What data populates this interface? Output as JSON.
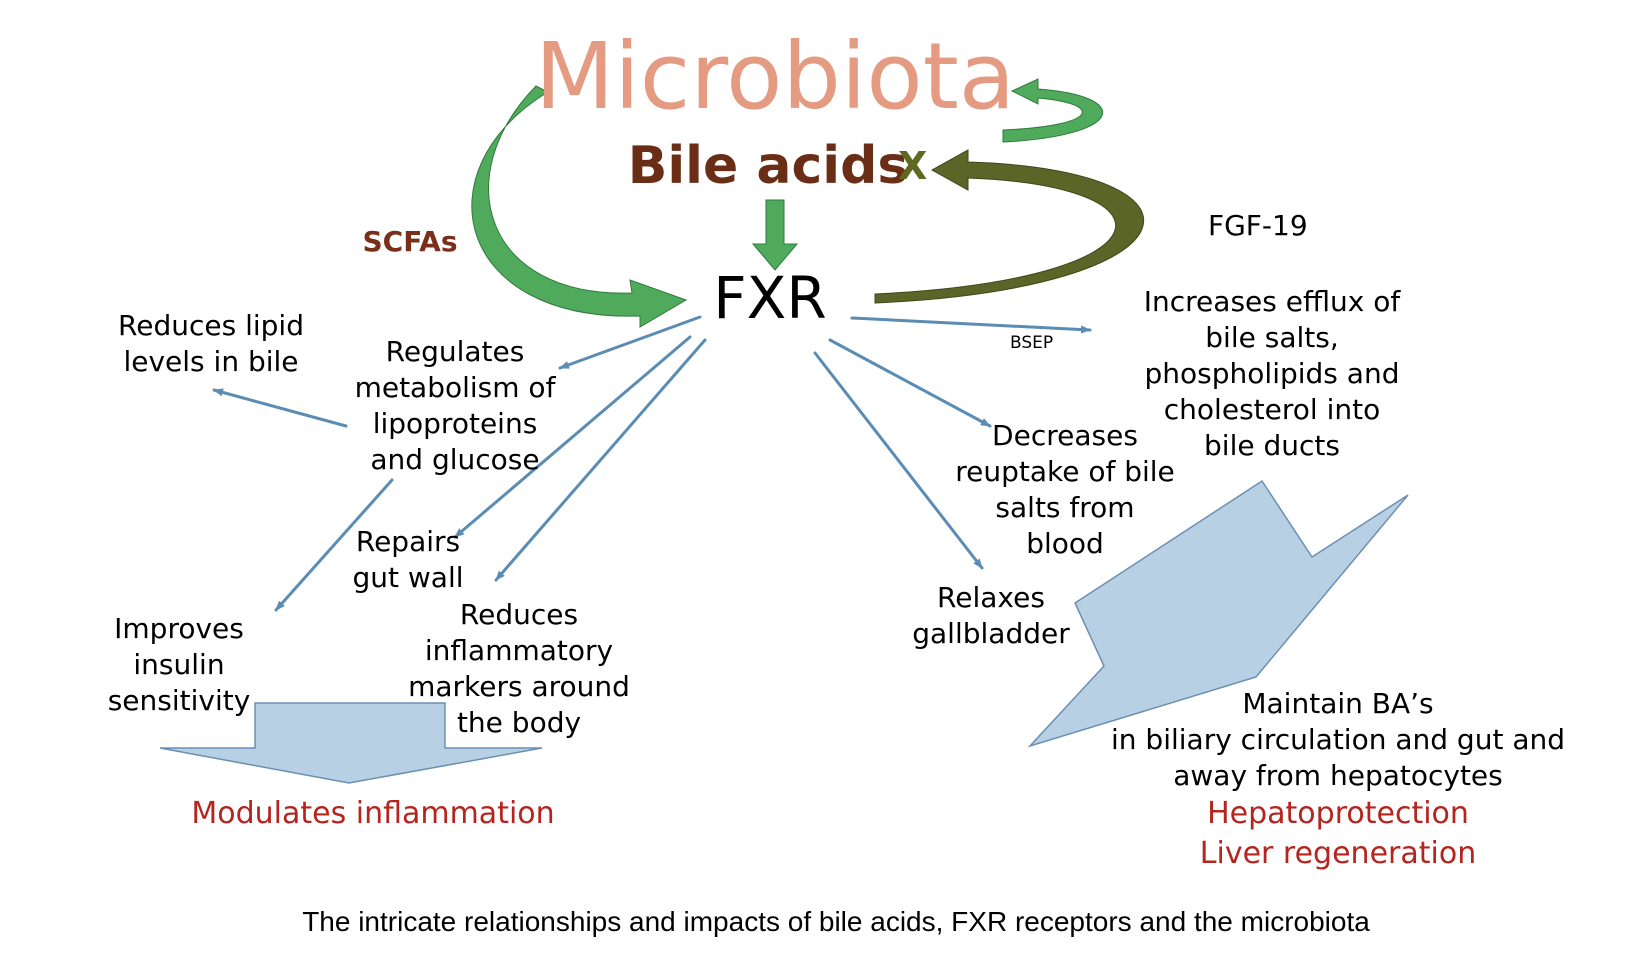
{
  "colors": {
    "microbiota": "#e49b82",
    "bile_acids": "#6a2e17",
    "scfas": "#7a2f1a",
    "x_mark": "#5d6a22",
    "outcome_red": "#b3251e",
    "green_arrow": "#4faa5c",
    "olive_arrow": "#5b6528",
    "blue_arrow": "#5a8cb4",
    "block_arrow": "#b8d0e4"
  },
  "header": {
    "microbiota": "Microbiota",
    "bile_acids": "Bile acids",
    "x_mark": "X"
  },
  "nodes": {
    "fxr": "FXR",
    "scfas": "SCFAs",
    "fgf19": "FGF-19",
    "bsep": "BSEP"
  },
  "effects": {
    "reduces_lipid": [
      "Reduces lipid",
      "levels in bile"
    ],
    "regulates_metabolism": [
      "Regulates",
      "metabolism of",
      "lipoproteins",
      "and glucose"
    ],
    "repairs_gut": [
      "Repairs",
      "gut wall"
    ],
    "improves_insulin": [
      "Improves",
      "insulin",
      "sensitivity"
    ],
    "reduces_inflammatory": [
      "Reduces",
      "inflammatory",
      "markers around",
      "the body"
    ],
    "increases_efflux": [
      "Increases efflux of",
      "bile salts,",
      "phospholipids and",
      "cholesterol into",
      "bile ducts"
    ],
    "decreases_reuptake": [
      "Decreases",
      "reuptake of bile",
      "salts from",
      "blood"
    ],
    "relaxes_gallbladder": [
      "Relaxes",
      "gallbladder"
    ],
    "maintain_ba": [
      "Maintain BA’s",
      "in biliary circulation and gut and",
      "away from hepatocytes"
    ]
  },
  "outcomes": {
    "modulates_inflammation": "Modulates inflammation",
    "hepatoprotection": "Hepatoprotection",
    "liver_regeneration": "Liver regeneration"
  },
  "caption": "The intricate relationships and impacts of bile acids, FXR receptors and the microbiota"
}
